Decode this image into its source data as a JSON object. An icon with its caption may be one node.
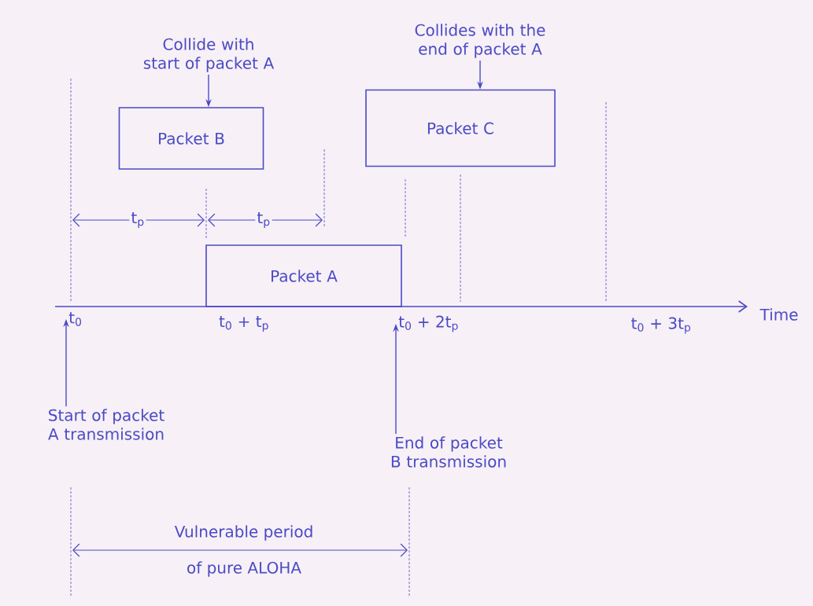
{
  "diagram": {
    "nodes": [
      {
        "text": [
          "Collide with start of packet A"
        ]
      },
      {
        "text": [
          "Packet B"
        ]
      },
      {
        "text": [
          "Collides with the end of packet A"
        ]
      },
      {
        "text": [
          "Packet C"
        ]
      },
      {
        "text": [
          "Packet A"
        ]
      },
      {
        "text": [
          "Start of packet A transmission"
        ]
      },
      {
        "text": [
          "End of packet B transmission"
        ]
      },
      {
        "text": [
          "t$_{0}$"
        ]
      },
      {
        "text": [
          "t$_{0}$ + 2t$_{p}$"
        ]
      }
    ],
    "edges": [
      {
        "from": 0,
        "to": 1,
        "arrow": "to"
      },
      {
        "from": 2,
        "to": 3,
        "arrow": "to"
      },
      {
        "from": 5,
        "to": 7,
        "arrow": "to"
      },
      {
        "from": 6,
        "to": 8,
        "arrow": "to"
      }
    ],
    "labels": [
      "t$_{p}$",
      "t$_{p}$",
      "t$_{0}$ + t$_{p}$",
      "t$_{0}$ + 3t$_{p}$",
      "Time",
      "Vulnerable period",
      "of pure ALOHA"
    ]
  }
}
